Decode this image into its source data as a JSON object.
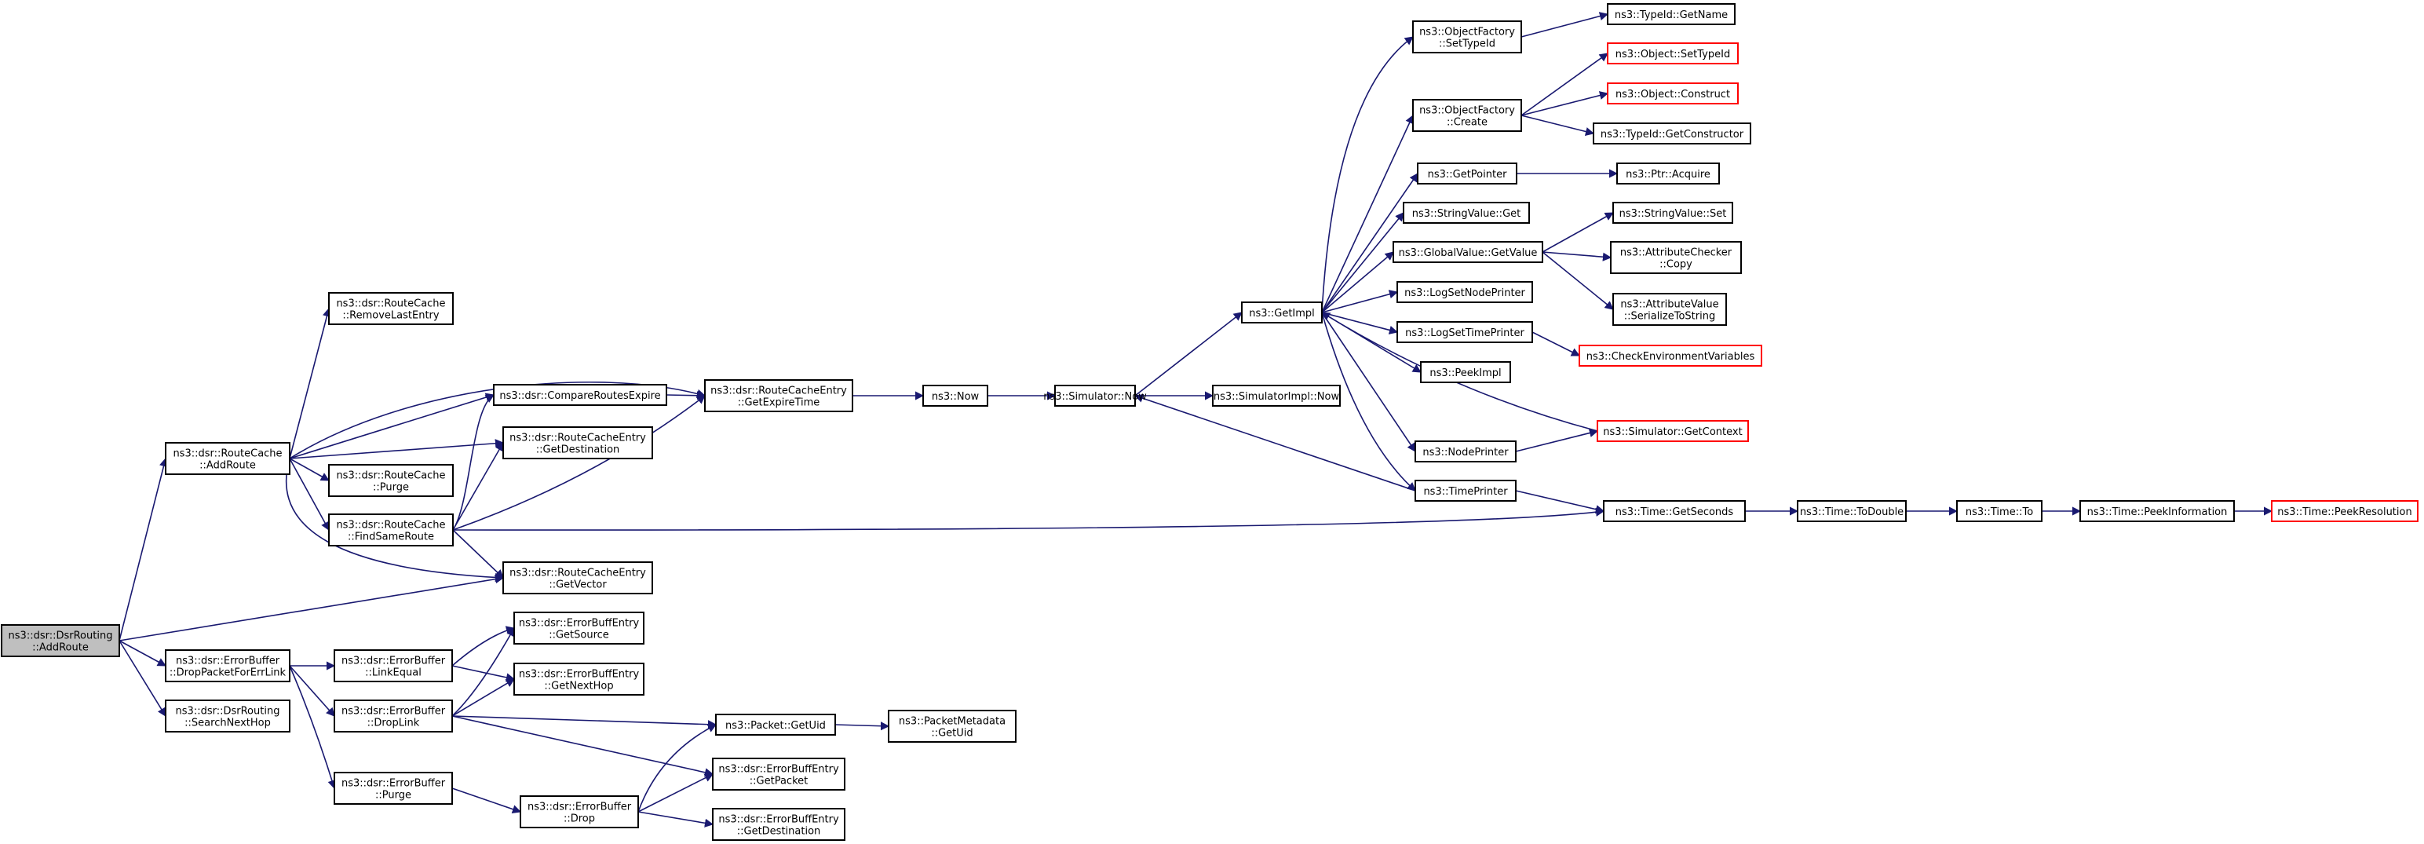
{
  "graph": {
    "edge_color": "#191970",
    "root_fill": "#bfbfbf",
    "incomplete_border_color": "#ff0000",
    "nodes": [
      {
        "id": "root",
        "lines": [
          "ns3::dsr::DsrRouting",
          "::AddRoute"
        ],
        "style": "root"
      },
      {
        "id": "rc_addroute",
        "lines": [
          "ns3::dsr::RouteCache",
          "::AddRoute"
        ]
      },
      {
        "id": "rc_removelast",
        "lines": [
          "ns3::dsr::RouteCache",
          "::RemoveLastEntry"
        ]
      },
      {
        "id": "rc_compare",
        "lines": [
          "ns3::dsr::CompareRoutesExpire"
        ]
      },
      {
        "id": "rce_getexpire",
        "lines": [
          "ns3::dsr::RouteCacheEntry",
          "::GetExpireTime"
        ]
      },
      {
        "id": "rce_getdest",
        "lines": [
          "ns3::dsr::RouteCacheEntry",
          "::GetDestination"
        ]
      },
      {
        "id": "rc_purge",
        "lines": [
          "ns3::dsr::RouteCache",
          "::Purge"
        ]
      },
      {
        "id": "rc_findsame",
        "lines": [
          "ns3::dsr::RouteCache",
          "::FindSameRoute"
        ]
      },
      {
        "id": "rce_getvector",
        "lines": [
          "ns3::dsr::RouteCacheEntry",
          "::GetVector"
        ]
      },
      {
        "id": "eb_droppacket",
        "lines": [
          "ns3::dsr::ErrorBuffer",
          "::DropPacketForErrLink"
        ]
      },
      {
        "id": "dr_searchnext",
        "lines": [
          "ns3::dsr::DsrRouting",
          "::SearchNextHop"
        ]
      },
      {
        "id": "eb_linkequal",
        "lines": [
          "ns3::dsr::ErrorBuffer",
          "::LinkEqual"
        ]
      },
      {
        "id": "eb_droplink",
        "lines": [
          "ns3::dsr::ErrorBuffer",
          "::DropLink"
        ]
      },
      {
        "id": "eb_purge",
        "lines": [
          "ns3::dsr::ErrorBuffer",
          "::Purge"
        ]
      },
      {
        "id": "ebe_getsource",
        "lines": [
          "ns3::dsr::ErrorBuffEntry",
          "::GetSource"
        ]
      },
      {
        "id": "ebe_getnexthop",
        "lines": [
          "ns3::dsr::ErrorBuffEntry",
          "::GetNextHop"
        ]
      },
      {
        "id": "pkt_getuid",
        "lines": [
          "ns3::Packet::GetUid"
        ]
      },
      {
        "id": "pm_getuid",
        "lines": [
          "ns3::PacketMetadata",
          "::GetUid"
        ]
      },
      {
        "id": "ebe_getpacket",
        "lines": [
          "ns3::dsr::ErrorBuffEntry",
          "::GetPacket"
        ]
      },
      {
        "id": "eb_drop",
        "lines": [
          "ns3::dsr::ErrorBuffer",
          "::Drop"
        ]
      },
      {
        "id": "ebe_getdest",
        "lines": [
          "ns3::dsr::ErrorBuffEntry",
          "::GetDestination"
        ]
      },
      {
        "id": "now",
        "lines": [
          "ns3::Now"
        ]
      },
      {
        "id": "sim_now",
        "lines": [
          "ns3::Simulator::Now"
        ]
      },
      {
        "id": "simimpl_now",
        "lines": [
          "ns3::SimulatorImpl::Now"
        ]
      },
      {
        "id": "getimpl",
        "lines": [
          "ns3::GetImpl"
        ]
      },
      {
        "id": "of_settypeid",
        "lines": [
          "ns3::ObjectFactory",
          "::SetTypeId"
        ]
      },
      {
        "id": "of_create",
        "lines": [
          "ns3::ObjectFactory",
          "::Create"
        ]
      },
      {
        "id": "getpointer",
        "lines": [
          "ns3::GetPointer"
        ]
      },
      {
        "id": "sv_get",
        "lines": [
          "ns3::StringValue::Get"
        ]
      },
      {
        "id": "gv_getvalue",
        "lines": [
          "ns3::GlobalValue::GetValue"
        ]
      },
      {
        "id": "logsetnode",
        "lines": [
          "ns3::LogSetNodePrinter"
        ]
      },
      {
        "id": "logsettime",
        "lines": [
          "ns3::LogSetTimePrinter"
        ]
      },
      {
        "id": "peekimpl",
        "lines": [
          "ns3::PeekImpl"
        ]
      },
      {
        "id": "nodeprinter",
        "lines": [
          "ns3::NodePrinter"
        ]
      },
      {
        "id": "timeprinter",
        "lines": [
          "ns3::TimePrinter"
        ]
      },
      {
        "id": "typeid_getname",
        "lines": [
          "ns3::TypeId::GetName"
        ]
      },
      {
        "id": "obj_settypeid",
        "lines": [
          "ns3::Object::SetTypeId"
        ],
        "style": "red"
      },
      {
        "id": "obj_construct",
        "lines": [
          "ns3::Object::Construct"
        ],
        "style": "red"
      },
      {
        "id": "typeid_getctor",
        "lines": [
          "ns3::TypeId::GetConstructor"
        ]
      },
      {
        "id": "ptr_acquire",
        "lines": [
          "ns3::Ptr::Acquire"
        ]
      },
      {
        "id": "sv_set",
        "lines": [
          "ns3::StringValue::Set"
        ]
      },
      {
        "id": "ac_copy",
        "lines": [
          "ns3::AttributeChecker",
          "::Copy"
        ]
      },
      {
        "id": "av_serialize",
        "lines": [
          "ns3::AttributeValue",
          "::SerializeToString"
        ]
      },
      {
        "id": "checkenv",
        "lines": [
          "ns3::CheckEnvironmentVariables"
        ],
        "style": "red"
      },
      {
        "id": "sim_getcontext",
        "lines": [
          "ns3::Simulator::GetContext"
        ],
        "style": "red"
      },
      {
        "id": "time_getseconds",
        "lines": [
          "ns3::Time::GetSeconds"
        ]
      },
      {
        "id": "time_todouble",
        "lines": [
          "ns3::Time::ToDouble"
        ]
      },
      {
        "id": "time_to",
        "lines": [
          "ns3::Time::To"
        ]
      },
      {
        "id": "time_peekinfo",
        "lines": [
          "ns3::Time::PeekInformation"
        ]
      },
      {
        "id": "time_peekres",
        "lines": [
          "ns3::Time::PeekResolution"
        ],
        "style": "red"
      }
    ]
  }
}
